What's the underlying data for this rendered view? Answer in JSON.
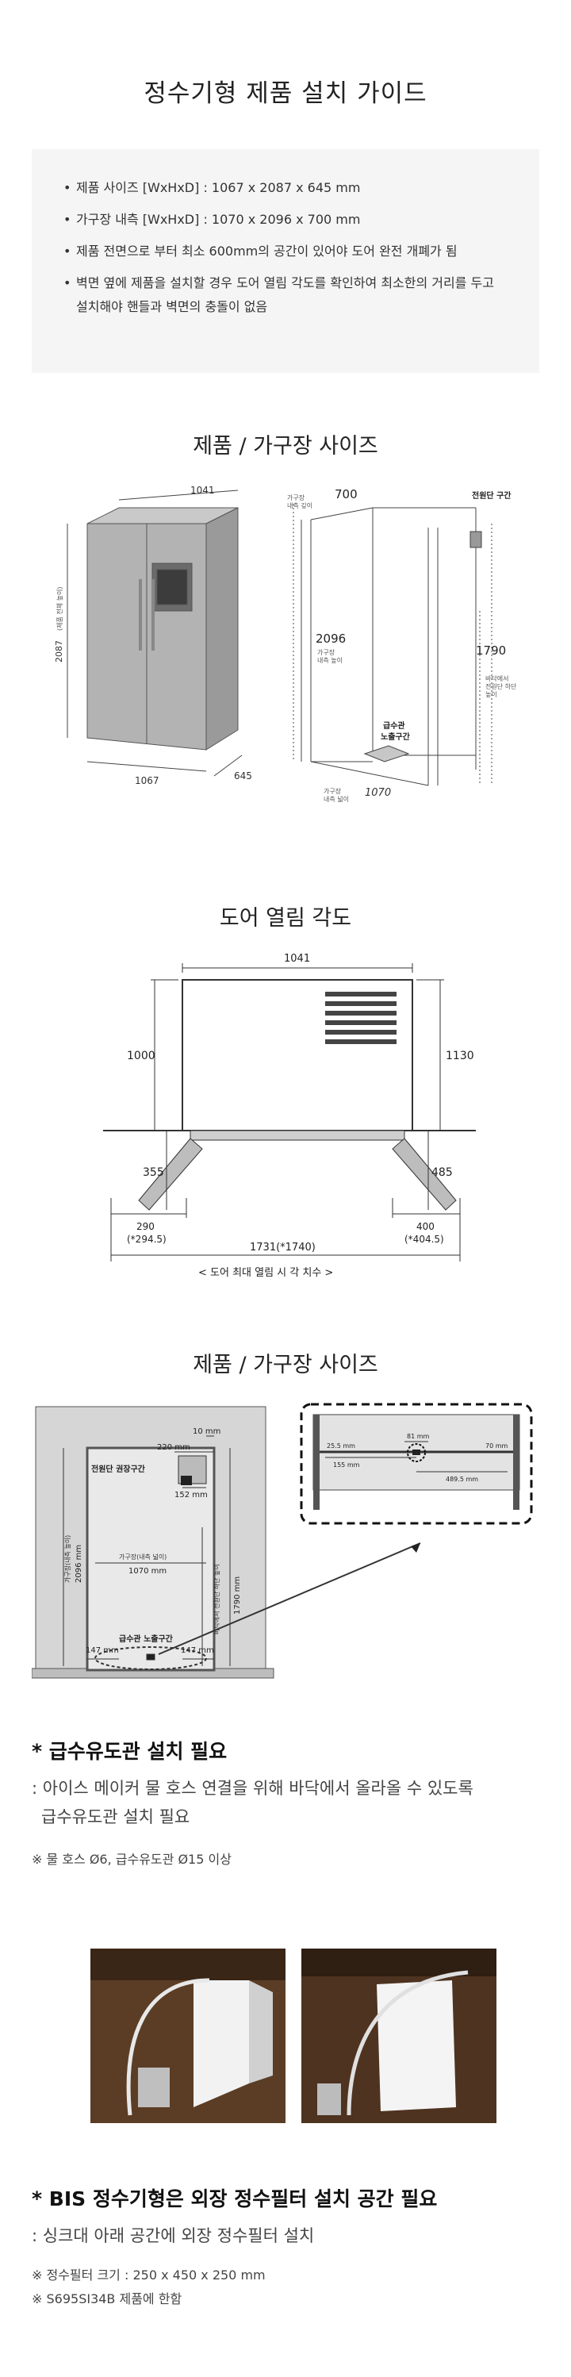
{
  "title": "정수기형 제품 설치 가이드",
  "info": [
    "제품 사이즈 [WxHxD] : 1067 x 2087 x 645 mm",
    "가구장 내측 [WxHxD] : 1070 x 2096 x 700 mm",
    "제품 전면으로 부터 최소 600mm의 공간이 있어야 도어 완전 개폐가 됨",
    "벽면 옆에 제품을 설치할 경우 도어 열림 각도를 확인하여 최소한의 거리를 두고 설치해야 핸들과 벽면의 충돌이 없음"
  ],
  "section1": {
    "title": "제품 / 가구장 사이즈",
    "fridge": {
      "width": "1041",
      "height": "2087",
      "height_caption": "(제품 전체 높이)",
      "bottom_width": "1067",
      "depth": "645"
    },
    "cabinet": {
      "depth_caption": "가구장\n내측 깊이",
      "depth": "700",
      "power_label": "전원단 구간",
      "height": "2096",
      "height_caption": "가구장\n내측 높이",
      "power_height": "1790",
      "power_caption": "바닥에서\n전원단 하단\n높이",
      "water_label": "급수관\n노출구간",
      "width_caption": "가구장\n내측 넓이",
      "width": "1070"
    }
  },
  "section2": {
    "title": "도어 열림 각도",
    "top_width": "1041",
    "left_height": "1000",
    "right_height": "1130",
    "left_door": "355",
    "right_door": "485",
    "left_gap": "290",
    "left_gap_alt": "(*294.5)",
    "right_gap": "400",
    "right_gap_alt": "(*404.5)",
    "total": "1731(*1740)",
    "caption": "< 도어 최대 열림 시 각 치수 >"
  },
  "section3": {
    "title": "제품 / 가구장 사이즈",
    "dim_10": "10 mm",
    "dim_220": "220 mm",
    "power_rec": "전원단 권장구간",
    "dim_152": "152 mm",
    "inner_width_caption": "가구장(내측 넓이)",
    "inner_width": "1070 mm",
    "inner_height_caption": "가구장(내측 높이)",
    "inner_height": "2096 mm",
    "power_height_caption": "바닥에서 전원단 하단 높이",
    "power_height": "1790 mm",
    "water_zone": "급수관 노출구간",
    "dim_147_l": "147 mm",
    "dim_147_r": "147 mm",
    "zoom": {
      "d1": "25.5 mm",
      "d2": "81 mm",
      "d3": "70 mm",
      "d4": "155 mm",
      "d5": "489.5 mm"
    }
  },
  "water_pipe": {
    "heading": "* 급수유도관 설치 필요",
    "line1": ": 아이스 메이커 물 호스 연결을 위해 바닥에서 올라올 수 있도록",
    "line2": "급수유도관 설치 필요",
    "note": "※ 물 호스 Ø6, 급수유도관 Ø15 이상"
  },
  "filter": {
    "heading": "* BIS 정수기형은 외장 정수필터 설치 공간 필요",
    "line1": ": 싱크대 아래 공간에 외장 정수필터 설치",
    "note1": "※ 정수필터 크기 : 250 x 450 x 250 mm",
    "note2": "※ S695SI34B 제품에 한함"
  },
  "colors": {
    "info_bg": "#f5f5f5",
    "cabinet_gray": "#d6d6d6",
    "dark": "#333333"
  }
}
